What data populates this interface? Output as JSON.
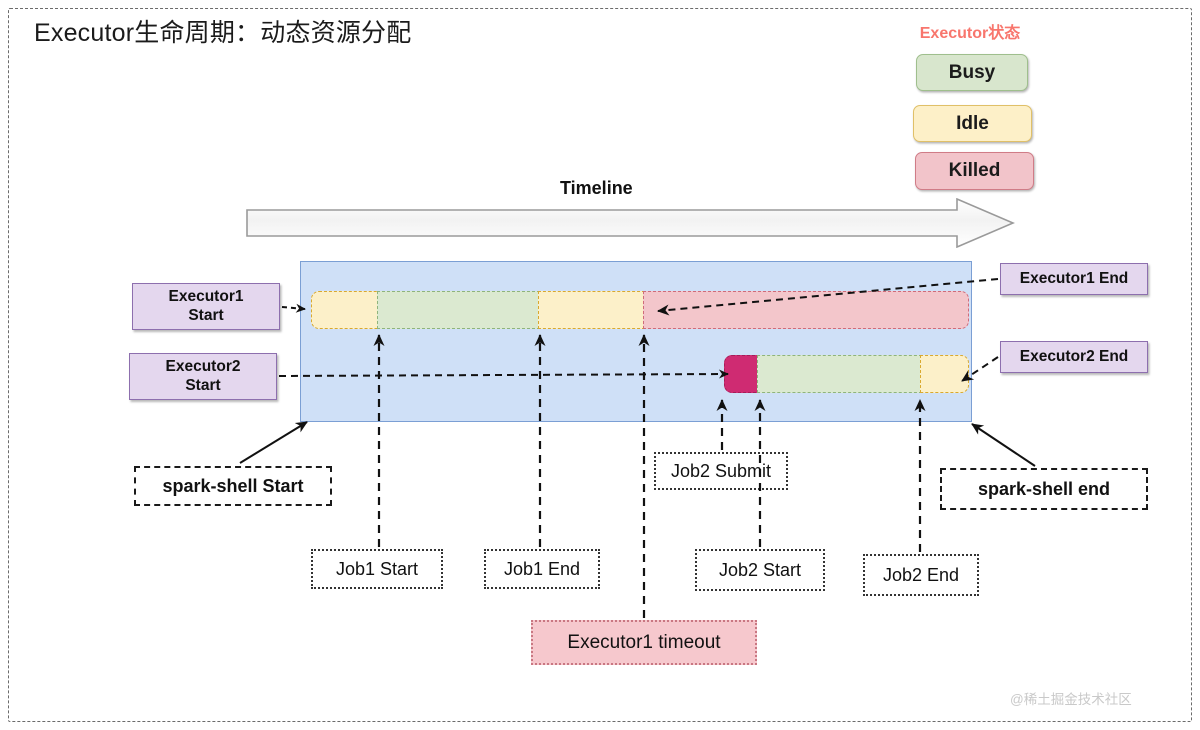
{
  "title": "Executor生命周期：动态资源分配",
  "legend": {
    "heading": "Executor状态",
    "heading_color": "#f8766d",
    "items": [
      {
        "label": "Busy",
        "fill": "#d8e6cd",
        "stroke": "#9fbf8d"
      },
      {
        "label": "Idle",
        "fill": "#fdf0c8",
        "stroke": "#e0c068"
      },
      {
        "label": "Killed",
        "fill": "#f2c4ca",
        "stroke": "#d07c87"
      }
    ]
  },
  "timeline": {
    "label": "Timeline",
    "direction": "left-to-right"
  },
  "executors": [
    {
      "start_label": "Executor1\nStart",
      "start_label_line1": "Executor1",
      "start_label_line2": "Start",
      "end_label": "Executor1 End",
      "segments": [
        {
          "state": "Idle",
          "fill": "#fcf0c9"
        },
        {
          "state": "Busy",
          "fill": "#dbe9d0"
        },
        {
          "state": "Idle",
          "fill": "#fcf0c9"
        },
        {
          "state": "Killed",
          "fill": "#f3c6cb"
        }
      ]
    },
    {
      "start_label": "Executor2\nStart",
      "start_label_line1": "Executor2",
      "start_label_line2": "Start",
      "end_label": "Executor2 End",
      "segments": [
        {
          "state": "Launching",
          "fill": "#cf2b72"
        },
        {
          "state": "Busy",
          "fill": "#dbe9d0"
        },
        {
          "state": "Idle",
          "fill": "#fcf0c9"
        }
      ]
    }
  ],
  "events": {
    "spark_shell_start": "spark-shell Start",
    "spark_shell_end": "spark-shell end",
    "job1_start": "Job1 Start",
    "job1_end": "Job1 End",
    "job2_submit": "Job2 Submit",
    "job2_start": "Job2 Start",
    "job2_end": "Job2 End",
    "executor1_timeout": "Executor1 timeout"
  },
  "watermark": "@稀土掘金技术社区"
}
